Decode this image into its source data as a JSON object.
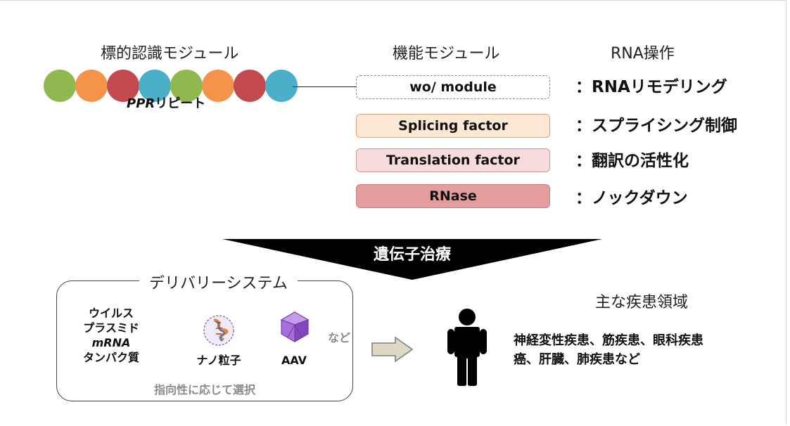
{
  "headers": {
    "target_module": "標的認識モジュール",
    "function_module": "機能モジュール",
    "rna_operation": "RNA操作"
  },
  "beads": [
    "#8fb84f",
    "#f5934a",
    "#c24a4e",
    "#4bafc9",
    "#8fb84f",
    "#f5934a",
    "#c24a4e",
    "#4bafc9"
  ],
  "ppr": {
    "italic": "PPR",
    "rest": "リピート"
  },
  "modules": [
    {
      "label": "wo/ module",
      "fill": "#ffffff",
      "border": "#888888",
      "dashed": true
    },
    {
      "label": "Splicing factor",
      "fill": "#fde8d4",
      "border": "#d9a47a",
      "dashed": false
    },
    {
      "label": "Translation factor",
      "fill": "#f6dcdc",
      "border": "#c99a9a",
      "dashed": false
    },
    {
      "label": "RNase",
      "fill": "#e59c9c",
      "border": "#c77f7f",
      "dashed": false
    }
  ],
  "operations": [
    "：RNAリモデリング",
    "：スプライシング制御",
    "：翻訳の活性化",
    "：ノックダウン"
  ],
  "banner": {
    "label": "遺伝子治療",
    "color": "#000000"
  },
  "delivery": {
    "title": "デリバリーシステム",
    "cargo": {
      "line1": "ウイルス",
      "line2": "プラスミド",
      "line3": "mRNA",
      "line4": "タンパク質"
    },
    "nanoparticle": "ナノ粒子",
    "aav": "AAV",
    "etc": "など",
    "footer": "指向性に応じて選択"
  },
  "diseases": {
    "title": "主な疾患領域",
    "line1": "神経変性疾患、筋疾患、眼科疾患",
    "line2": "癌、肝臓、肺疾患など"
  },
  "icons": {
    "nanoparticle": "nanoparticle-icon",
    "aav": "aav-capsid-icon",
    "arrow": "right-arrow-icon",
    "person": "person-icon"
  }
}
